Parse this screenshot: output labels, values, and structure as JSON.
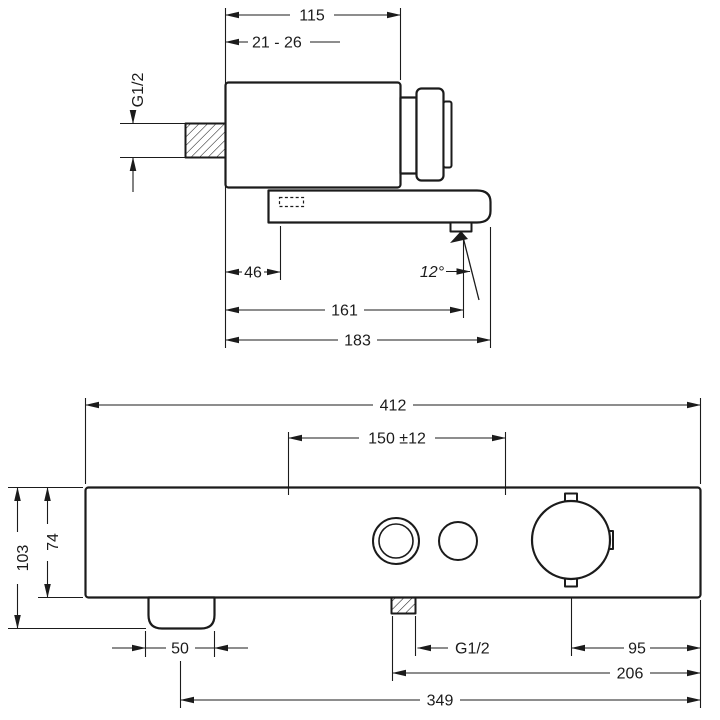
{
  "page": {
    "background": "#ffffff",
    "ink_color": "#1b1b1b"
  },
  "side_view": {
    "dim_width": "115",
    "dim_wall_range": "21 - 26",
    "dim_thread": "G1/2",
    "dim_spout_inset": "46",
    "dim_spout_angle": "12°",
    "dim_outlet_reach": "161",
    "dim_total_reach": "183"
  },
  "front_view": {
    "dim_total_width": "412",
    "dim_hole_spacing": "150 ±12",
    "dim_body_height": "74",
    "dim_total_height": "103",
    "dim_outlet_width": "50",
    "dim_thread": "G1/2",
    "dim_knob_to_edge": "95",
    "dim_thread_to_edge": "206",
    "dim_outlet_to_edge": "349"
  }
}
